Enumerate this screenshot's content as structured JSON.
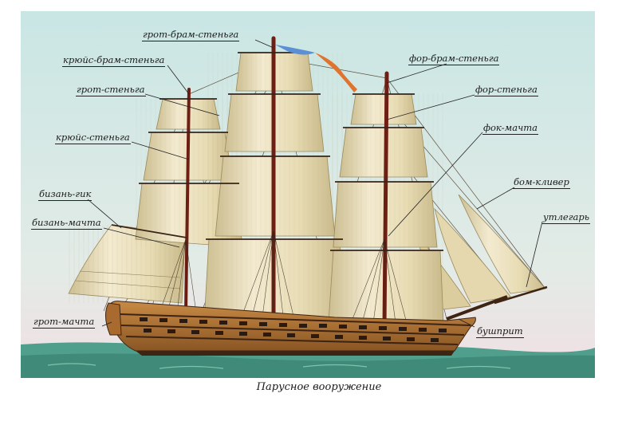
{
  "caption": "Парусное вооружение",
  "labels": {
    "grot_bram_stenga": "грот-брам-стеньга",
    "kruys_bram_stenga": "крюйс-брам-стеньга",
    "grot_stenga": "грот-стеньга",
    "kruys_stenga": "крюйс-стеньга",
    "bizan_gik": "бизань-гик",
    "bizan_machta": "бизань-мачта",
    "grot_machta": "грот-мачта",
    "for_bram_stenga": "фор-брам-стеньга",
    "for_stenga": "фор-стеньга",
    "fok_machta": "фок-мачта",
    "bom_kliver": "бом-кливер",
    "utlegar": "утлегарь",
    "bushprit": "бушприт"
  },
  "colors": {
    "sky_top": "#c9e6e4",
    "sky_bottom": "#f1dfe4",
    "sea": "#4f9f8c",
    "sail": "#eee3bf",
    "sail_shadow": "#cdbf92",
    "mast": "#6e1f14",
    "hull": "#b87a35",
    "hull_dark": "#3e2413"
  }
}
